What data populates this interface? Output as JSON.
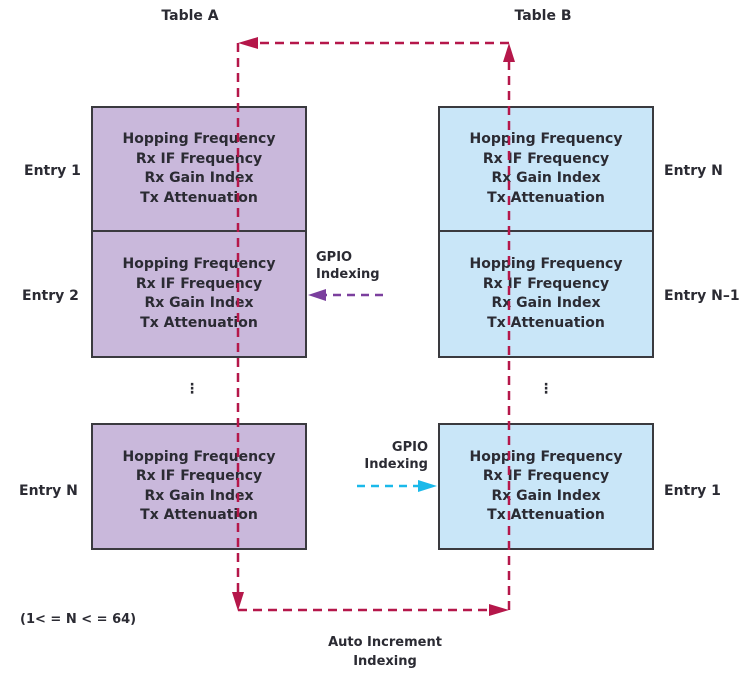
{
  "tables": [
    {
      "title": "Table A",
      "color": "#c9b8db",
      "entries": [
        {
          "label": "Entry 1",
          "fields": [
            "Hopping Frequency",
            "Rx IF Frequency",
            "Rx Gain Index",
            "Tx Attenuation"
          ]
        },
        {
          "label": "Entry 2",
          "fields": [
            "Hopping Frequency",
            "Rx IF Frequency",
            "Rx Gain Index",
            "Tx Attenuation"
          ]
        },
        {
          "label": "Entry N",
          "fields": [
            "Hopping Frequency",
            "Rx IF Frequency",
            "Rx Gain Index",
            "Tx Attenuation"
          ]
        }
      ],
      "ellipsis": "⋮"
    },
    {
      "title": "Table B",
      "color": "#c9e6f8",
      "entries": [
        {
          "label": "Entry N",
          "fields": [
            "Hopping Frequency",
            "Rx IF Frequency",
            "Rx Gain Index",
            "Tx Attenuation"
          ]
        },
        {
          "label": "Entry N–1",
          "fields": [
            "Hopping Frequency",
            "Rx IF Frequency",
            "Rx Gain Index",
            "Tx Attenuation"
          ]
        },
        {
          "label": "Entry 1",
          "fields": [
            "Hopping Frequency",
            "Rx IF Frequency",
            "Rx Gain Index",
            "Tx Attenuation"
          ]
        }
      ],
      "ellipsis": "⋮"
    }
  ],
  "annotations": {
    "gpio_a": {
      "line1": "GPIO",
      "line2": "Indexing",
      "color": "#7b3f9e"
    },
    "gpio_b": {
      "line1": "GPIO",
      "line2": "Indexing",
      "color": "#1ab9ea"
    },
    "auto_increment": {
      "line1": "Auto Increment",
      "line2": "Indexing",
      "color": "#b5174a"
    },
    "range_note": "(1< = N < = 64)"
  }
}
